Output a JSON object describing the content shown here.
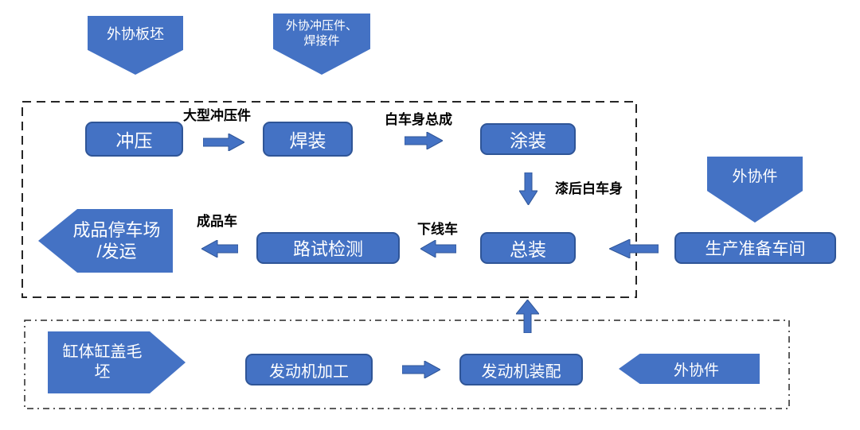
{
  "colors": {
    "shape_fill": "#4472C4",
    "shape_border": "#2F5597",
    "boundary_line": "#262626",
    "shape_text": "#ffffff",
    "label_text": "#000000"
  },
  "nodes": {
    "stamping": "冲压",
    "welding": "焊装",
    "painting": "涂装",
    "final_assembly": "总装",
    "road_test": "路试检测",
    "production_prep": "生产准备车间",
    "engine_machining": "发动机加工",
    "engine_assembly": "发动机装配"
  },
  "terminals": {
    "plate_blank": "外协板坯",
    "stamped_welded_parts_line1": "外协冲压件、",
    "stamped_welded_parts_line2": "焊接件",
    "outsourced_parts_top": "外协件",
    "outsourced_parts_bottom": "外协件",
    "finished_parking_line1": "成品停车场",
    "finished_parking_line2": "/发运",
    "cylinder_blank_line1": "缸体缸盖毛",
    "cylinder_blank_line2": "坯"
  },
  "flow_labels": {
    "large_stampings": "大型冲压件",
    "body_in_white": "白车身总成",
    "painted_body": "漆后白车身",
    "offline_vehicle": "下线车",
    "finished_vehicle": "成品车"
  }
}
